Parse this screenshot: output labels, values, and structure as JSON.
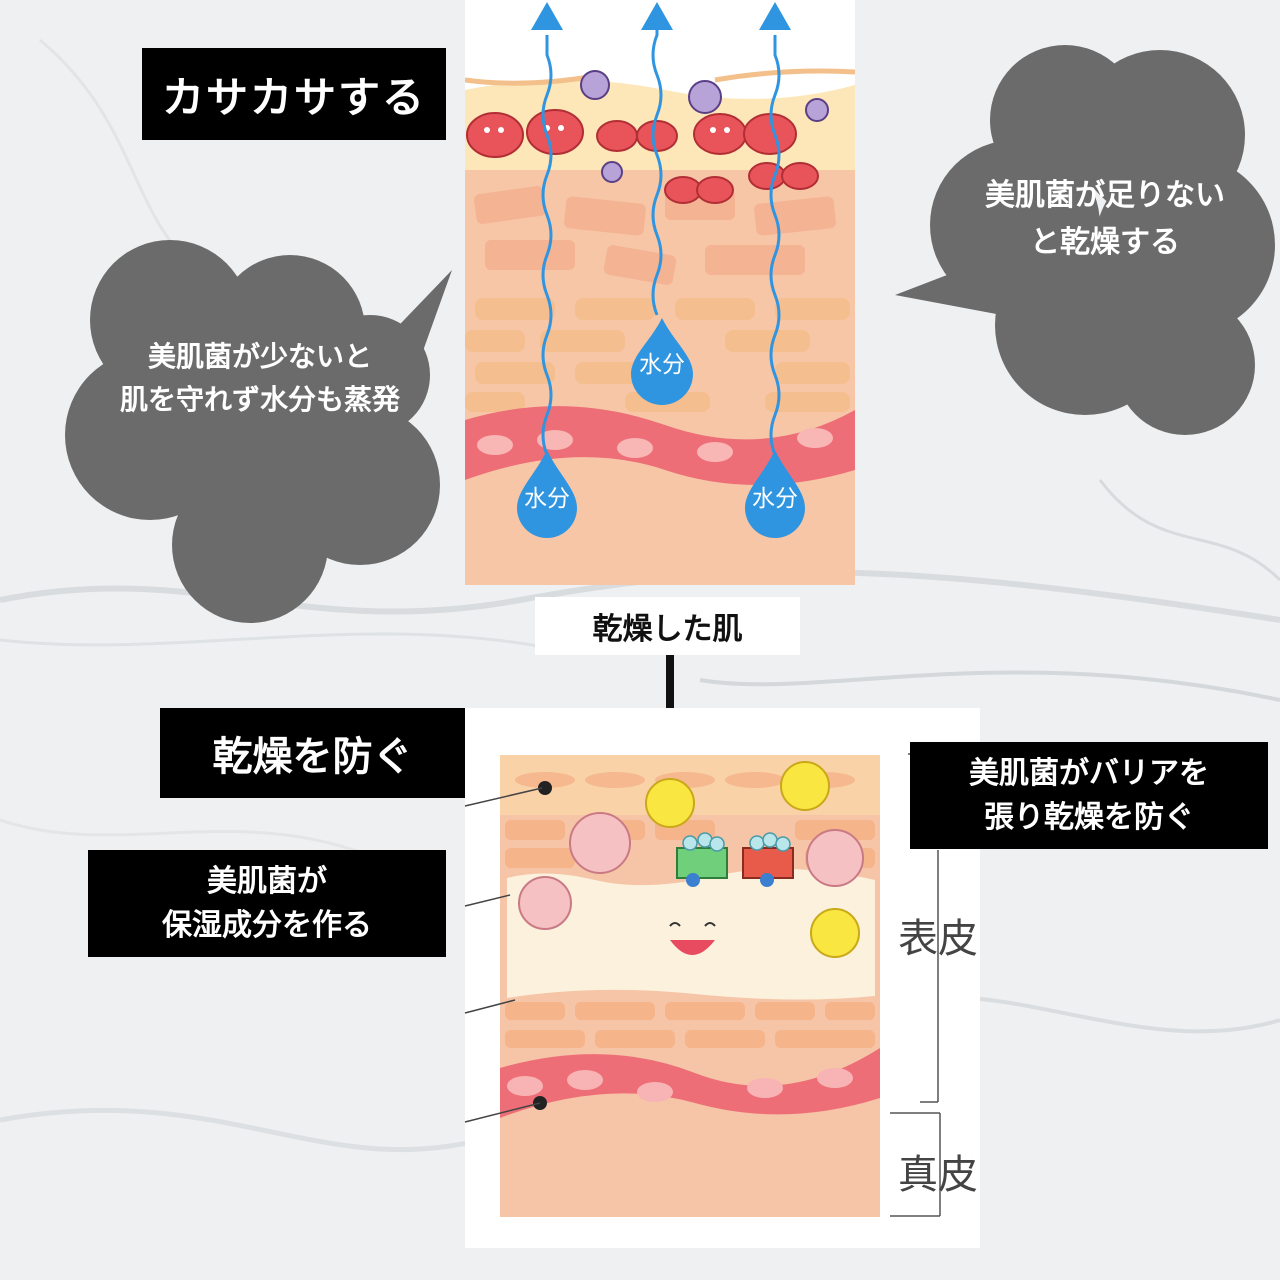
{
  "dry_skin_panel": {
    "heading": "カサカサする",
    "caption": "乾燥した肌",
    "water_drops": [
      "水分",
      "水分",
      "水分"
    ]
  },
  "bubbles": {
    "left": {
      "lines": [
        "美肌菌が少ないと",
        "肌を守れず水分も蒸発"
      ]
    },
    "right": {
      "lines": [
        "美肌菌が足りない",
        "と乾燥する"
      ]
    }
  },
  "protected_panel": {
    "heading": "乾燥を防ぐ",
    "barrier_note": {
      "lines": [
        "美肌菌がバリアを",
        "張り乾燥を防ぐ"
      ]
    },
    "moisture_note": {
      "lines": [
        "美肌菌が",
        "保湿成分を作る"
      ]
    },
    "layers": {
      "epidermis": "表皮",
      "dermis": "真皮"
    }
  },
  "colors": {
    "bubble": "#6b6b6b",
    "label_bg": "#000000",
    "water_blue": "#2f95e0",
    "skin_base": "#f6c6a8",
    "vessel": "#ef6f7a",
    "bad_cell": "#e8545a",
    "good_microbe": "#f9e640"
  }
}
